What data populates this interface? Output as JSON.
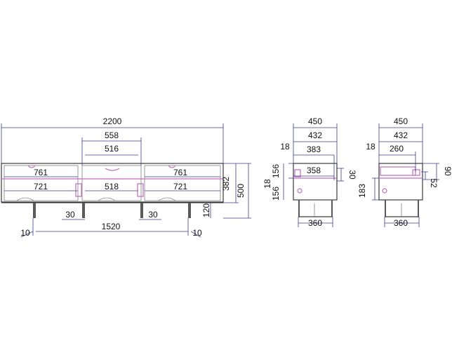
{
  "colors": {
    "dimension": "#3c3c8c",
    "outline": "#3a3a3a",
    "accent": "#c26bc2",
    "background": "#ffffff"
  },
  "front": {
    "total_width": "2200",
    "center_outer": "558",
    "center_inner": "516",
    "left_top": "761",
    "left_mid": "721",
    "center_mid": "518",
    "right_top": "761",
    "right_mid": "721",
    "body_height": "382",
    "total_height": "500",
    "leg_height": "120",
    "leg_gap_left": "30",
    "leg_gap_right": "30",
    "leg_span": "1520",
    "leg_left": "10",
    "leg_right": "10"
  },
  "side_a": {
    "outer": "450",
    "top": "432",
    "top_thick": "18",
    "inner": "383",
    "shelf": "358",
    "shelf_gap": "30",
    "h_upper": "156",
    "h_mid": "18",
    "h_lower": "156",
    "base": "360"
  },
  "side_b": {
    "outer": "450",
    "top": "432",
    "top_thick": "18",
    "inner": "260",
    "right_outer": "90",
    "right_inner": "52",
    "left_height": "183",
    "base": "360"
  }
}
